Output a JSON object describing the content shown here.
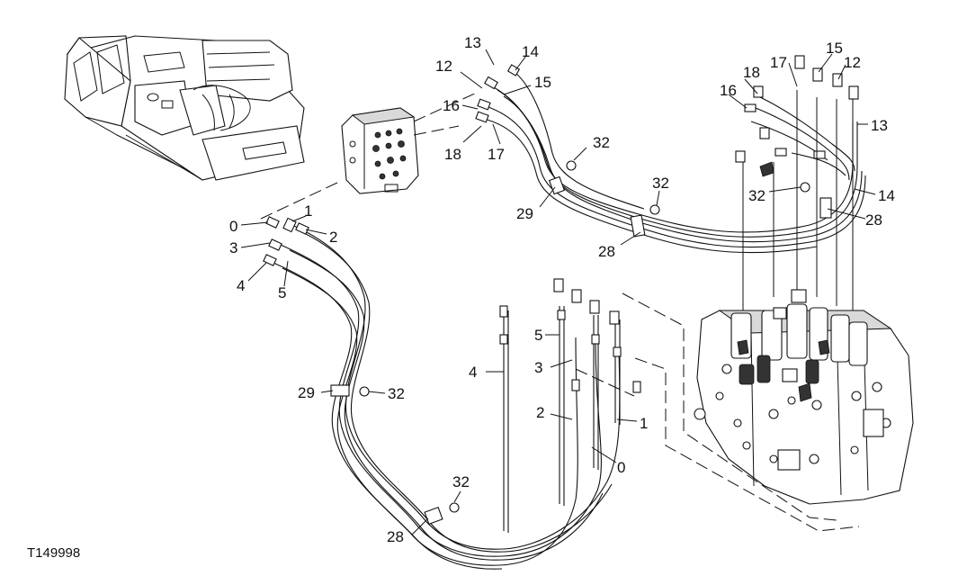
{
  "figure_id": "T149998",
  "callouts": [
    {
      "id": "c13a",
      "text": "13"
    },
    {
      "id": "c14a",
      "text": "14"
    },
    {
      "id": "c12a",
      "text": "12"
    },
    {
      "id": "c15a",
      "text": "15"
    },
    {
      "id": "c16a",
      "text": "16"
    },
    {
      "id": "c18a",
      "text": "18"
    },
    {
      "id": "c17a",
      "text": "17"
    },
    {
      "id": "c32a",
      "text": "32"
    },
    {
      "id": "c29a",
      "text": "29"
    },
    {
      "id": "c32b",
      "text": "32"
    },
    {
      "id": "c28a",
      "text": "28"
    },
    {
      "id": "c17b",
      "text": "17"
    },
    {
      "id": "c15b",
      "text": "15"
    },
    {
      "id": "c18b",
      "text": "18"
    },
    {
      "id": "c12b",
      "text": "12"
    },
    {
      "id": "c16b",
      "text": "16"
    },
    {
      "id": "c13b",
      "text": "13"
    },
    {
      "id": "c32c",
      "text": "32"
    },
    {
      "id": "c14b",
      "text": "14"
    },
    {
      "id": "c28b",
      "text": "28"
    },
    {
      "id": "c0a",
      "text": "0"
    },
    {
      "id": "c1a",
      "text": "1"
    },
    {
      "id": "c2a",
      "text": "2"
    },
    {
      "id": "c3a",
      "text": "3"
    },
    {
      "id": "c4a",
      "text": "4"
    },
    {
      "id": "c5a",
      "text": "5"
    },
    {
      "id": "c5b",
      "text": "5"
    },
    {
      "id": "c4b",
      "text": "4"
    },
    {
      "id": "c3b",
      "text": "3"
    },
    {
      "id": "c2b",
      "text": "2"
    },
    {
      "id": "c1b",
      "text": "1"
    },
    {
      "id": "c0b",
      "text": "0"
    },
    {
      "id": "c29b",
      "text": "29"
    },
    {
      "id": "c32d",
      "text": "32"
    },
    {
      "id": "c32e",
      "text": "32"
    },
    {
      "id": "c28c",
      "text": "28"
    }
  ]
}
